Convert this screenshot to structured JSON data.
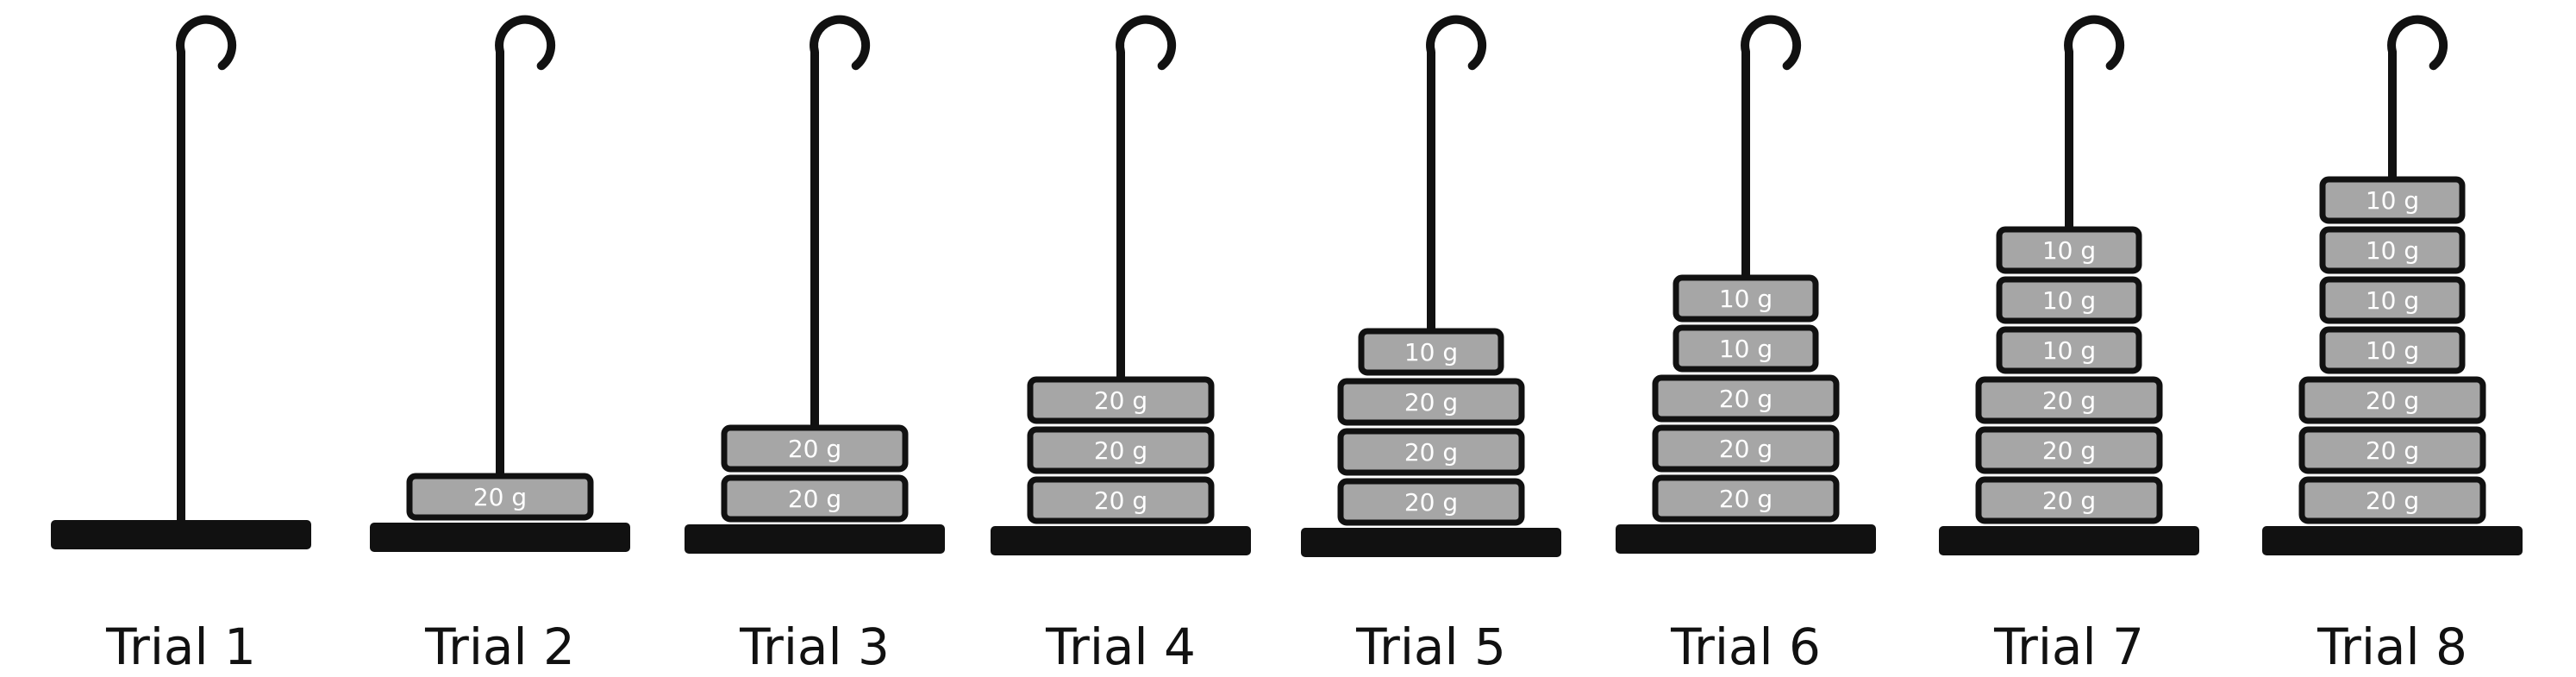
{
  "trials": [
    {
      "label": "Trial 1",
      "masses": []
    },
    {
      "label": "Trial 2",
      "masses": [
        "20 g"
      ]
    },
    {
      "label": "Trial 3",
      "masses": [
        "20 g",
        "20 g"
      ]
    },
    {
      "label": "Trial 4",
      "masses": [
        "20 g",
        "20 g",
        "20 g"
      ]
    },
    {
      "label": "Trial 5",
      "masses": [
        "20 g",
        "20 g",
        "20 g",
        "10 g"
      ]
    },
    {
      "label": "Trial 6",
      "masses": [
        "20 g",
        "20 g",
        "20 g",
        "10 g",
        "10 g"
      ]
    },
    {
      "label": "Trial 7",
      "masses": [
        "20 g",
        "20 g",
        "20 g",
        "10 g",
        "10 g",
        "10 g"
      ]
    },
    {
      "label": "Trial 8",
      "masses": [
        "20 g",
        "20 g",
        "20 g",
        "10 g",
        "10 g",
        "10 g",
        "10 g"
      ]
    }
  ],
  "colors": {
    "stroke": "#111111",
    "mass_fill": "#a6a6a6",
    "mass_text": "#ffffff"
  }
}
